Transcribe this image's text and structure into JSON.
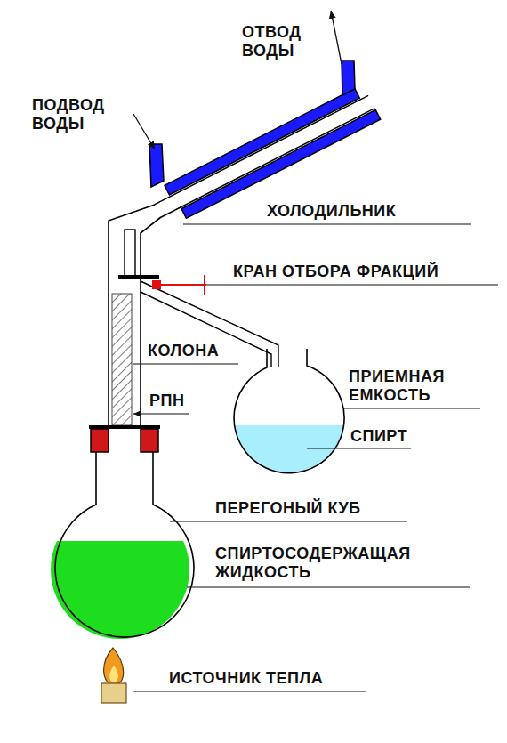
{
  "diagram": {
    "labels": [
      "ОТВОД ВОДЫ",
      "ПОДВОД ВОДЫ",
      "ХОЛОДИЛЬНИК",
      "КРАН ОТБОРА ФРАКЦИЙ",
      "КОЛОНА",
      "РПН",
      "ПРИЕМНАЯ ЕМКОСТЬ",
      "СПИРТ",
      "ПЕРЕГОНЫЙ КУБ",
      "СПИРТОСОДЕРЖАЩАЯ ЖИДКОСТЬ",
      "ИСТОЧНИК ТЕПЛА"
    ]
  }
}
